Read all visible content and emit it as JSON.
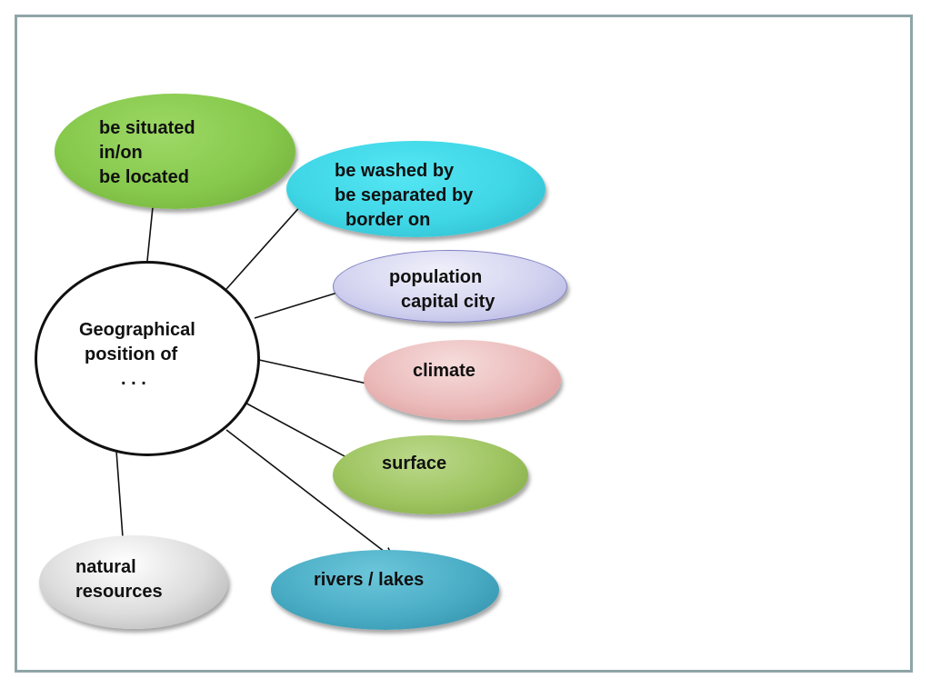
{
  "diagram": {
    "center": {
      "lines": [
        "Geographical",
        "position of",
        ". . ."
      ]
    },
    "nodes": [
      {
        "id": "situated",
        "lines": [
          "be situated",
          "in/on",
          "be located"
        ],
        "color": "#86c94c"
      },
      {
        "id": "washed",
        "lines": [
          "be washed by",
          "be separated by",
          "border on"
        ],
        "color": "#3fd6e6"
      },
      {
        "id": "population",
        "lines": [
          "population",
          "capital city"
        ],
        "color": "#d3d3f0"
      },
      {
        "id": "climate",
        "lines": [
          "climate"
        ],
        "color": "#ebbaba"
      },
      {
        "id": "surface",
        "lines": [
          "surface"
        ],
        "color": "#9ec460"
      },
      {
        "id": "rivers",
        "lines": [
          "rivers / lakes"
        ],
        "color": "#4aadc5"
      },
      {
        "id": "natural",
        "lines": [
          "natural",
          "resources"
        ],
        "color": "#dcdcdc"
      }
    ]
  }
}
